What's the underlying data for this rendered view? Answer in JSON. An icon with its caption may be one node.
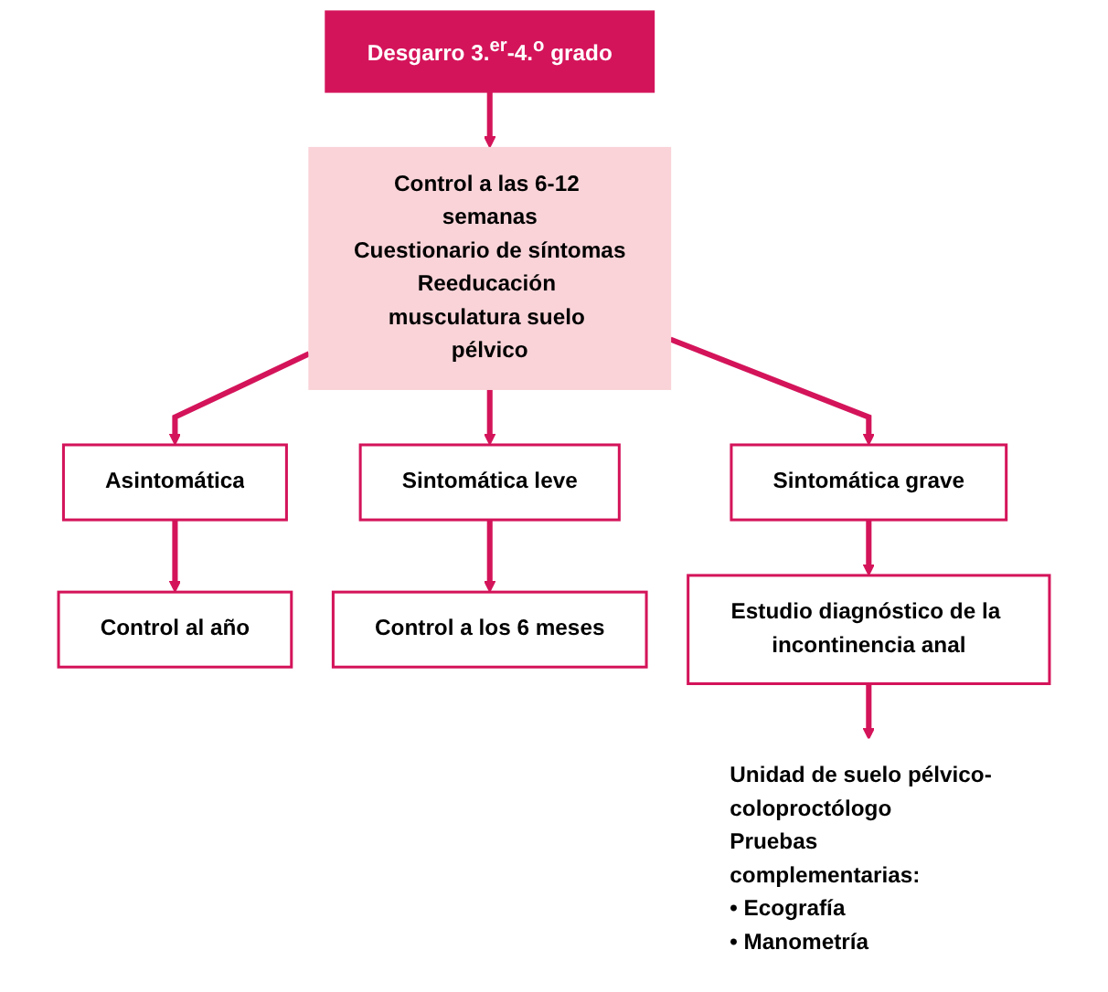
{
  "diagram": {
    "nodes": [
      {
        "text": [
          "Desgarro 3.$^{er}$-4.$^{o}$ grado"
        ]
      },
      {
        "text": [
          "Control a las 6-12 semanas",
          "Cuestionario de síntomas",
          "Reeducación musculatura suelo pélvico"
        ]
      },
      {
        "text": [
          "Asintomática"
        ]
      },
      {
        "text": [
          "Sintomática leve"
        ]
      },
      {
        "text": [
          "Sintomática grave"
        ]
      },
      {
        "text": [
          "Control al año"
        ]
      },
      {
        "text": [
          "Control a los 6 meses"
        ]
      },
      {
        "text": [
          "Estudio diagnóstico de la incontinencia anal"
        ]
      },
      {
        "text": [
          "Unidad de suelo pélvico- coloproctólogo",
          "Pruebas complementarias:",
          "• Ecografía",
          "• Manometría"
        ]
      }
    ],
    "edges": [
      {
        "from": 0,
        "to": 1,
        "arrow": "to"
      },
      {
        "from": 1,
        "to": 2,
        "arrow": "to"
      },
      {
        "from": 1,
        "to": 3,
        "arrow": "to"
      },
      {
        "from": 1,
        "to": 4,
        "arrow": "to"
      },
      {
        "from": 2,
        "to": 5,
        "arrow": "to"
      },
      {
        "from": 3,
        "to": 6,
        "arrow": "to"
      },
      {
        "from": 4,
        "to": 7,
        "arrow": "to"
      },
      {
        "from": 7,
        "to": 8,
        "arrow": "to"
      }
    ]
  }
}
